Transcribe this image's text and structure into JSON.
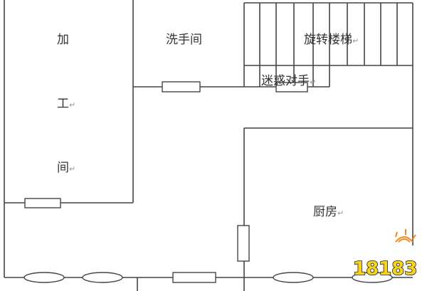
{
  "rooms": {
    "processing_1": "加",
    "processing_2": "工",
    "processing_3": "间",
    "washroom": "洗手间",
    "spiral_stairs": "旋转楼梯",
    "confuse_opponent": "迷惑对手",
    "kitchen": "厨房"
  },
  "paragraph_mark": "↵",
  "watermark": "18183",
  "colors": {
    "line": "#444444",
    "logo_fill": "#f7d21e",
    "logo_accent": "#f08a1c"
  }
}
